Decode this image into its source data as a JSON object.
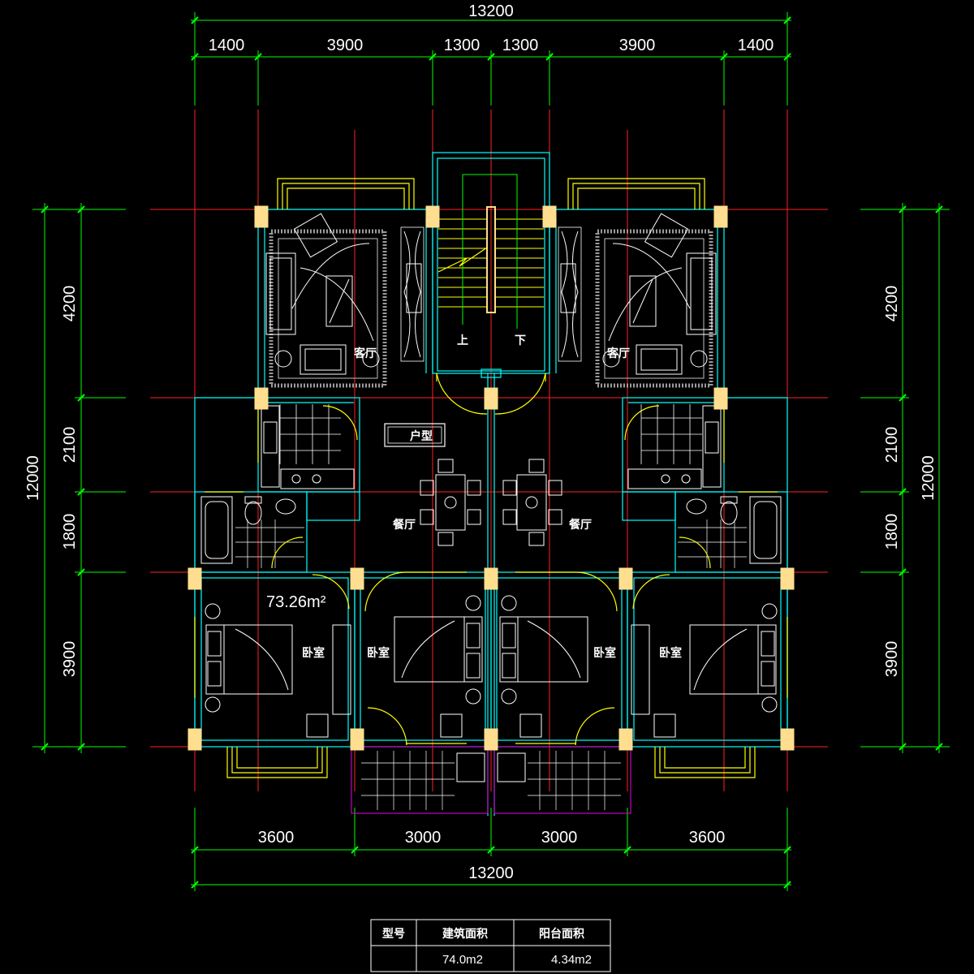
{
  "dimensions": {
    "top_total": "13200",
    "top_segments": [
      "1400",
      "3900",
      "1300",
      "1300",
      "3900",
      "1400"
    ],
    "bottom_segments": [
      "3600",
      "3000",
      "3000",
      "3600"
    ],
    "bottom_total": "13200",
    "left_total": "12000",
    "left_segments": [
      "4200",
      "2100",
      "1800",
      "3900"
    ],
    "right_total": "12000",
    "right_segments": [
      "4200",
      "2100",
      "1800",
      "3900"
    ]
  },
  "rooms": {
    "living_left": "客厅",
    "living_right": "客厅",
    "dining_left": "餐厅",
    "dining_right": "餐厅",
    "bedroom_1": "卧室",
    "bedroom_2": "卧室",
    "bedroom_3": "卧室",
    "bedroom_4": "卧室",
    "stair_up": "上",
    "stair_down": "下"
  },
  "unit_type_label": "户型",
  "unit_area": "73.26m²",
  "table": {
    "headers": [
      "型号",
      "建筑面积",
      "阳台面积"
    ],
    "row": [
      "",
      "74.0m2",
      "4.34m2"
    ]
  },
  "colors": {
    "background": "#000000",
    "dimension": "#00ff00",
    "axis": "#ff2020",
    "wall": "#00ffff",
    "furniture": "#ffffff",
    "column": "#ffdf8f",
    "window": "#ffff00",
    "balcony": "#c000c0"
  }
}
